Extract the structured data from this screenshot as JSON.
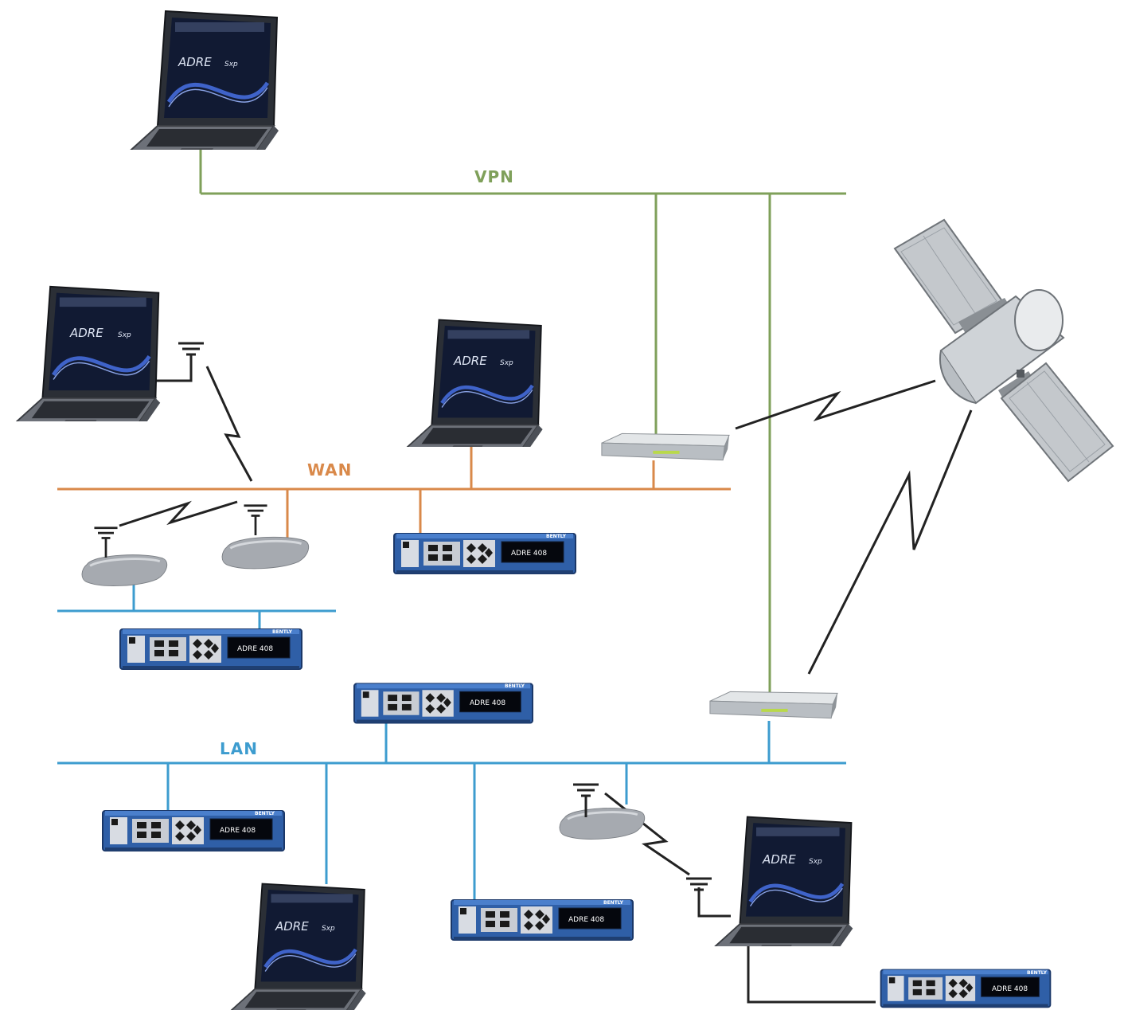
{
  "labels": {
    "vpn": "VPN",
    "wan": "WAN",
    "lan": "LAN"
  },
  "laptop": {
    "screen_title": "ADRE",
    "screen_subtitle": "Sxp"
  },
  "adre_unit": {
    "display": "ADRE 408",
    "brand": "BENTLY"
  },
  "colors": {
    "vpn": "#7fa05a",
    "wan": "#d9894a",
    "lan": "#3d9ccf",
    "wireless": "#222222"
  },
  "icons": {
    "laptop": "laptop-icon",
    "adre_unit": "adre-408-unit-icon",
    "router": "router-icon",
    "access_point": "wireless-access-point-icon",
    "antenna": "antenna-icon",
    "satellite": "satellite-icon"
  }
}
